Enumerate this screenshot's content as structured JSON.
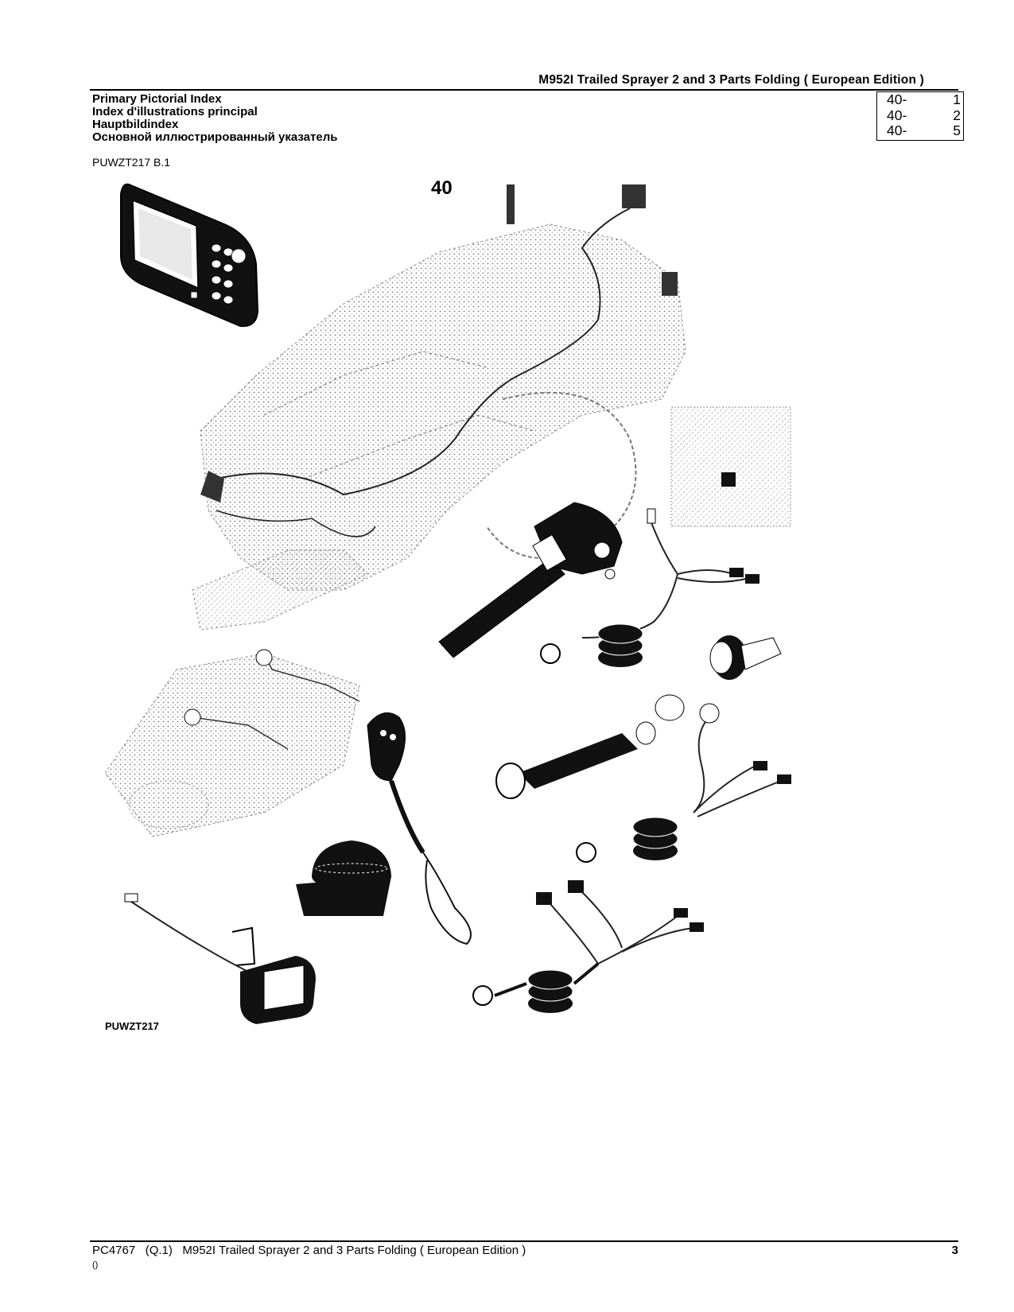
{
  "header": {
    "title": "M952I Trailed Sprayer 2 and 3 Parts Folding ( European Edition )"
  },
  "index_headings": [
    "Primary Pictorial Index",
    "Index d'illustrations principal",
    "Hauptbildindex",
    "Основной иллюстрированный указатель"
  ],
  "references": [
    {
      "group": "40-",
      "page": "1"
    },
    {
      "group": "40-",
      "page": "2"
    },
    {
      "group": "40-",
      "page": "5"
    }
  ],
  "figure": {
    "id": "PUWZT217 B.1",
    "group_label": "40",
    "image_code": "PUWZT217"
  },
  "footer": {
    "left": "PC4767   (Q.1)   M952I Trailed Sprayer 2 and 3 Parts Folding ( European Edition )",
    "page_number": "3",
    "sub": "()"
  }
}
